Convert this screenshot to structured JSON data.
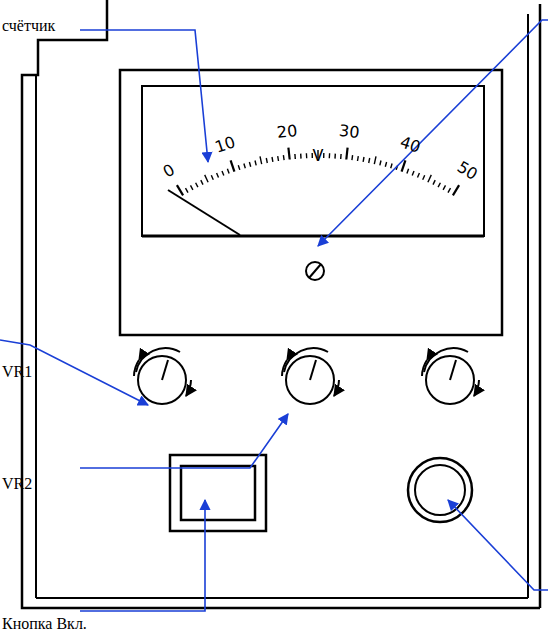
{
  "diagram": {
    "labels": [
      "счётчик",
      "0",
      "10",
      "20",
      "30",
      "40",
      "50",
      "V",
      "VR1",
      "VR2",
      "Кнопка Вкл."
    ]
  }
}
